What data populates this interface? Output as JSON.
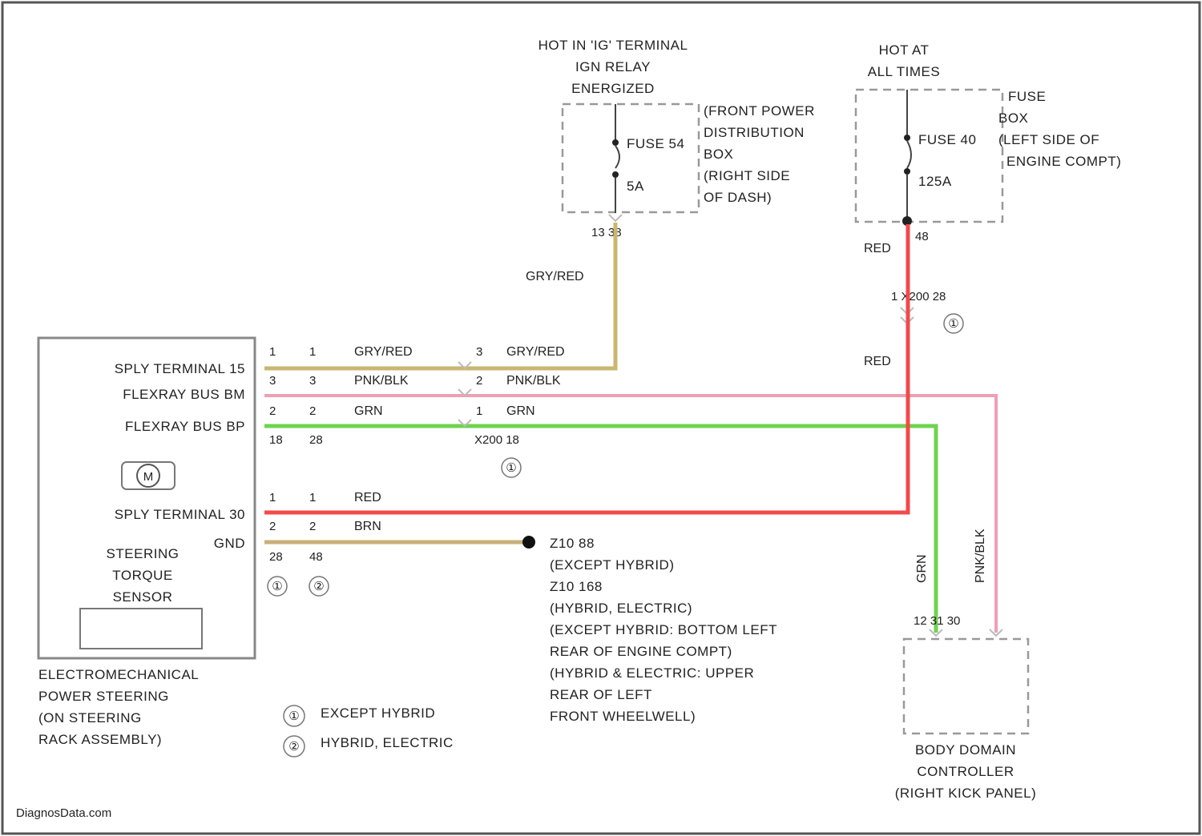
{
  "page": {
    "border_color": "#444444"
  },
  "colors": {
    "gry_red": "#c9b770",
    "pnk_blk": "#ef9fb4",
    "grn": "#6fd34f",
    "red": "#f24a4a",
    "brn": "#c9b07a",
    "dash": "#999999",
    "line": "#444444"
  },
  "top_left": {
    "header": [
      "HOT IN 'IG' TERMINAL",
      "IGN RELAY",
      "ENERGIZED"
    ],
    "box_label": [
      "(FRONT POWER",
      "DISTRIBUTION",
      "BOX",
      "(RIGHT SIDE",
      "OF DASH)"
    ],
    "fuse_label": "FUSE 54",
    "fuse_rating": "5A",
    "connector": "13 38",
    "wire": "GRY/RED"
  },
  "top_right": {
    "header": [
      "HOT AT",
      "ALL TIMES"
    ],
    "box_label": [
      "FUSE",
      "BOX",
      "(LEFT SIDE OF",
      "ENGINE COMPT)"
    ],
    "fuse_label": "FUSE 40",
    "fuse_rating": "125A",
    "pin": "48",
    "wire_upper": "RED",
    "connector": "1   X200 28",
    "wire_lower": "RED",
    "note_mark": "①"
  },
  "eps": {
    "pins": {
      "ign": "SPLY TERMINAL 15",
      "flex_bm": "FLEXRAY BUS BM",
      "flex_bp": "FLEXRAY BUS BP",
      "motor": "M",
      "bat": "SPLY TERMINAL 30",
      "gnd": "GND",
      "sensor": [
        "STEERING",
        "TORQUE",
        "SENSOR"
      ]
    },
    "caption": [
      "ELECTROMECHANICAL",
      "POWER STEERING",
      "(ON STEERING",
      "RACK ASSEMBLY)"
    ]
  },
  "wires": {
    "row1": {
      "p1": "1",
      "p2": "1",
      "color_a": "GRY/RED",
      "cp": "3",
      "color_b": "GRY/RED"
    },
    "row2": {
      "p1": "3",
      "p2": "3",
      "color_a": "PNK/BLK",
      "cp": "2",
      "color_b": "PNK/BLK"
    },
    "row3": {
      "p1": "2",
      "p2": "2",
      "color_a": "GRN",
      "cp": "1",
      "color_b": "GRN"
    },
    "row3b": {
      "p1": "18",
      "p2": "28",
      "connector": "X200 18"
    },
    "row4": {
      "p1": "1",
      "p2": "1",
      "color_a": "RED"
    },
    "row5": {
      "p1": "2",
      "p2": "2",
      "color_a": "BRN"
    },
    "row5b": {
      "p1": "28",
      "p2": "48"
    },
    "notes": [
      "①",
      "②"
    ]
  },
  "ground": {
    "lines": [
      "Z10 88",
      "(EXCEPT HYBRID)",
      "Z10 168",
      "(HYBRID, ELECTRIC)",
      "(EXCEPT HYBRID: BOTTOM LEFT",
      "REAR OF ENGINE COMPT)",
      "(HYBRID & ELECTRIC: UPPER",
      "REAR OF LEFT",
      "FRONT WHEELWELL)"
    ]
  },
  "legend": [
    {
      "mark": "①",
      "text": "EXCEPT HYBRID"
    },
    {
      "mark": "②",
      "text": "HYBRID, ELECTRIC"
    }
  ],
  "bdc": {
    "wire_grn": "GRN",
    "wire_pnk": "PNK/BLK",
    "pins": "12   31  30",
    "caption": [
      "BODY DOMAIN",
      "CONTROLLER",
      "(RIGHT KICK PANEL)"
    ]
  },
  "watermark": "DiagnosData.com"
}
